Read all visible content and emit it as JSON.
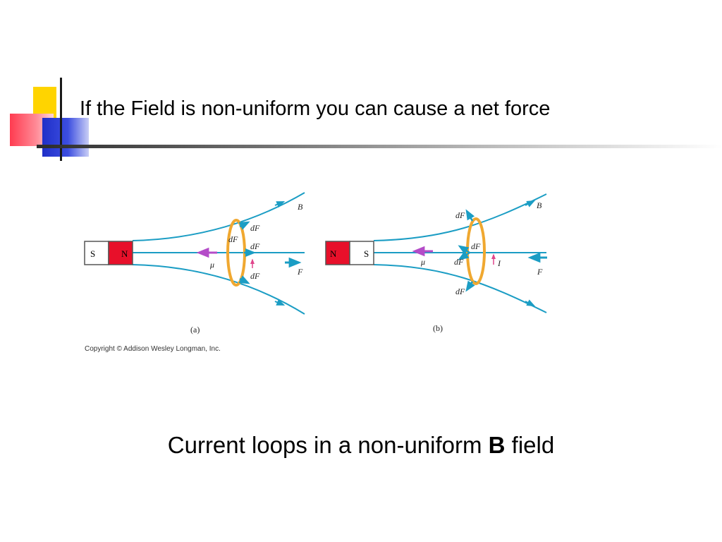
{
  "slide": {
    "title": "If the Field is non-uniform you can cause a net force"
  },
  "figure": {
    "panel_a": {
      "magnet_left_label": "S",
      "magnet_right_label": "N",
      "b_label": "B",
      "df_upper": "dF",
      "df_mid_left": "dF",
      "df_mid_right": "dF",
      "df_lower": "dF",
      "mu_label": "μ",
      "f_label": "F",
      "sublabel": "(a)"
    },
    "panel_b": {
      "magnet_left_label": "N",
      "magnet_right_label": "S",
      "b_label": "B",
      "df_top": "dF",
      "df_mid_right": "dF",
      "df_mid_left": "dF",
      "df_bottom": "dF",
      "mu_label": "μ",
      "i_label": "I",
      "f_label": "F",
      "sublabel": "(b)"
    },
    "copyright": "Copyright © Addison Wesley Longman, Inc.",
    "colors": {
      "field_line": "#1b9dc4",
      "loop": "#f0a830",
      "mu_arrow": "#b44cc8",
      "current_arrow": "#e0468c",
      "north": "#e8102a",
      "south": "#ffffff"
    }
  },
  "caption": {
    "prefix": "Current loops in a non-uniform ",
    "bold": "B",
    "suffix": " field"
  }
}
